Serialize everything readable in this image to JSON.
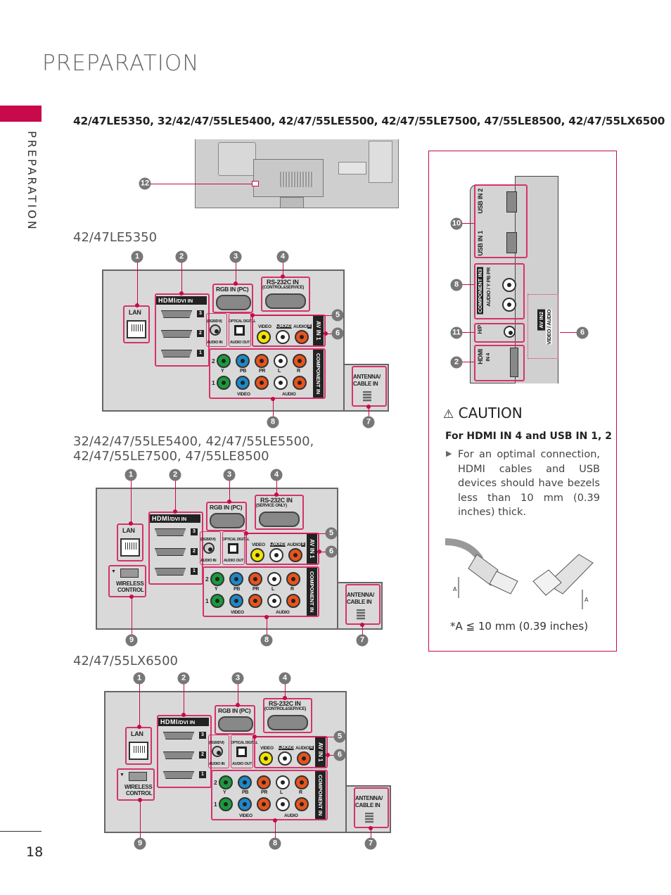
{
  "header": {
    "title": "PREPARATION",
    "side_tab": "PREPARATION",
    "page_number": "18"
  },
  "models_heading": "42/47LE5350, 32/42/47/55LE5400, 42/47/55LE5500, 42/47/55LE7500, 47/55LE8500, 42/47/55LX6500",
  "rear_view": {
    "callout": "12"
  },
  "labels": {
    "lan": "LAN",
    "hdmi_logo": "HDMI",
    "dvi_in": "/DVI IN",
    "hdmi_nums": [
      "3",
      "2",
      "1"
    ],
    "rgb_in": "RGB IN (PC)",
    "rs232": "RS-232C IN",
    "rgb_dvi": "(RGB/DVI)",
    "audio_in": "AUDIO IN",
    "optical": "OPTICAL DIGITAL",
    "audio_out": "AUDIO OUT",
    "video": "VIDEO",
    "mono": "L(MONO)",
    "audio_lr": "AUDIO",
    "r": "R",
    "av_in1": "AV IN 1",
    "component_in": "COMPONENT IN",
    "comp_cols": [
      "Y",
      "PB",
      "PR",
      "L",
      "R"
    ],
    "rows": [
      "2",
      "1"
    ],
    "foot_video": "VIDEO",
    "foot_audio": "AUDIO",
    "antenna": "ANTENNA/",
    "cable_in": "CABLE IN",
    "wireless": "WIRELESS",
    "control": "CONTROL"
  },
  "panels": [
    {
      "title": "42/47LE5350",
      "rs232_sub": "(CONTROL&SERVICE)",
      "wireless": false,
      "callouts": {
        "lan": "1",
        "hdmi": "2",
        "rgb": "3",
        "rs232": "4",
        "optical": "5",
        "av": "6",
        "component": "8",
        "antenna": "7"
      }
    },
    {
      "title": "32/42/47/55LE5400, 42/47/55LE5500, 42/47/55LE7500, 47/55LE8500",
      "rs232_sub": "(SERVICE ONLY)",
      "wireless": true,
      "callouts": {
        "lan": "1",
        "hdmi": "2",
        "rgb": "3",
        "rs232": "4",
        "optical": "5",
        "av": "6",
        "component": "8",
        "antenna": "7",
        "wireless": "9"
      }
    },
    {
      "title": "42/47/55LX6500",
      "rs232_sub": "(CONTROL&SERVICE)",
      "wireless": true,
      "callouts": {
        "lan": "1",
        "hdmi": "2",
        "rgb": "3",
        "rs232": "4",
        "optical": "5",
        "av": "6",
        "component": "8",
        "antenna": "7",
        "wireless": "9"
      }
    }
  ],
  "side_panel": {
    "usb2": "USB IN 2",
    "usb1": "USB IN 1",
    "comp3": "COMPONENT IN3",
    "comp3_sub": "AUDIO / Y  PB  PR",
    "hp": "H/P",
    "hdmi": "HDMI",
    "in4": "IN 4",
    "av2": "AV IN2",
    "av2_sub": "VIDEO / AUDIO",
    "callouts": {
      "usb": "10",
      "comp": "8",
      "hp": "11",
      "hdmi": "2",
      "av": "6"
    }
  },
  "caution": {
    "title": "CAUTION",
    "subtitle": "For HDMI IN 4 and USB IN 1, 2",
    "text": "For an optimal connection, HDMI cables and USB devices should have bezels less than 10 mm (0.39 inches) thick.",
    "dim_label": "A",
    "note": "*A ≦ 10 mm (0.39 inches)",
    "accent": "#c8094b"
  }
}
